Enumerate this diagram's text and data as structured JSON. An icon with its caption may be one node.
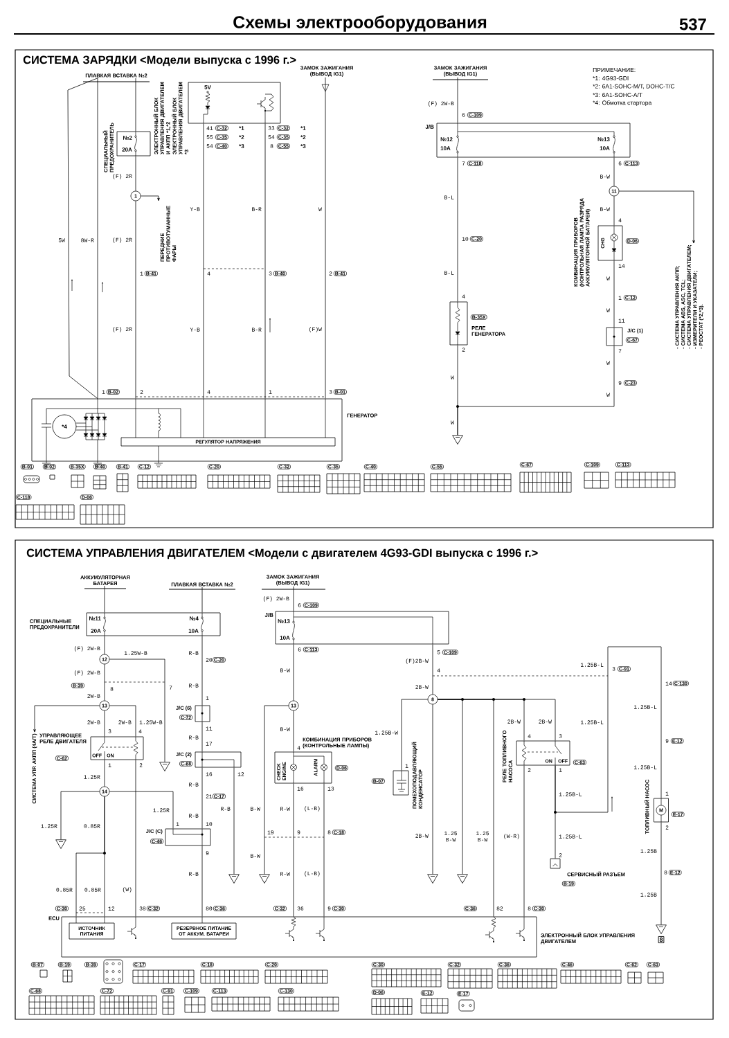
{
  "diagram": {
    "title": "Схемы электрооборудования",
    "nodes": [
      {
        "text": [
          "ПЛАВКАЯ ВСТАВКА №2"
        ]
      },
      {
        "text": [
          "№2",
          "20A"
        ],
        "beside": [
          "СПЕЦИАЛЬНЫЙ ПРЕДОХРАНИТЕЛЬ"
        ]
      },
      {
        "text": [
          "1"
        ]
      },
      {
        "text": [
          "ПЕРЕДНИЕ ПРОТИВОТУМАННЫЕ ФАРЫ"
        ]
      },
      {
        "text": [
          "5V"
        ],
        "beside": [
          "ЭЛЕКТРОННЫЙ БЛОК УПРАВЛЕНИЯ ДВИГАТЕЛЕМ И АКПП *1,*2",
          "ЭЛЕКТРОННЫЙ БЛОК УПРАВЛЕНИЯ ДВИГАТЕЛЕМ *3"
        ]
      },
      {
        "text": [
          "ЗАМОК ЗАЖИГАНИЯ (ВЫВОД IG1)"
        ]
      },
      {
        "text": [
          "ГЕНЕРАТОР"
        ]
      },
      {
        "text": [
          "*4"
        ],
        "in": 6
      },
      {
        "text": [
          "РЕГУЛЯТОР НАПРЯЖЕНИЯ"
        ],
        "in": 6
      },
      {
        "text": [
          "ЗАМОК ЗАЖИГАНИЯ (ВЫВОД IG1)"
        ]
      },
      {
        "text": [
          "J/B",
          "№12",
          "10A",
          "№13",
          "10A"
        ]
      },
      {
        "text": [
          "РЕЛЕ ГЕНЕРАТОРА"
        ]
      },
      {
        "text": [
          "11"
        ]
      },
      {
        "text": [
          "- СИСТЕМА УПРАВЛЕНИЯ АКПП;",
          "- СИСТЕМА ABS, ASC, TCL;",
          "- СИСТЕМА УПРАВЛЕНИЯ ДВИГАТЕЛЕМ;",
          "- ИЗМЕРИТЕЛИ И УКАЗАТЕЛИ;",
          "- РЕОСТАТ (*2,*3)."
        ]
      },
      {
        "text": [
          "CHG"
        ],
        "beside": [
          "КОМБИНАЦИЯ ПРИБОРОВ (КОНТРОЛЬНАЯ ЛАМПА РАЗРЯДА АККУМУЛЯТОРНОЙ БАТАРЕИ)"
        ]
      },
      {
        "text": [
          "J/C (1)"
        ]
      },
      {
        "text": [
          "АККУМУЛЯТОРНАЯ БАТАРЕЯ"
        ]
      },
      {
        "text": [
          "ПЛАВКАЯ ВСТАВКА №2"
        ]
      },
      {
        "text": [
          "№11",
          "20A",
          "№4",
          "10A"
        ],
        "beside": [
          "СПЕЦИАЛЬНЫЕ ПРЕДОХРАНИТЕЛИ"
        ]
      },
      {
        "text": [
          "ЗАМОК ЗАЖИГАНИЯ (ВЫВОД IG1)"
        ]
      },
      {
        "text": [
          "J/B",
          "№13",
          "10A"
        ]
      },
      {
        "text": [
          "12"
        ]
      },
      {
        "text": [
          "13"
        ]
      },
      {
        "text": [
          "СИСТЕМА УПР. АКПП (4A/T)"
        ]
      },
      {
        "text": [
          "УПРАВЛЯЮЩЕЕ РЕЛЕ ДВИГАТЕЛЯ",
          "OFF",
          "ON"
        ]
      },
      {
        "text": [
          "14"
        ]
      },
      {
        "text": [
          "J/C (6)"
        ]
      },
      {
        "text": [
          "J/C (2)"
        ]
      },
      {
        "text": [
          "J/C (C)"
        ]
      },
      {
        "text": [
          "13"
        ]
      },
      {
        "text": [
          "CHECK ENGINE",
          "ALARM"
        ],
        "beside": [
          "КОМБИНАЦИЯ ПРИБОРОВ (КОНТРОЛЬНЫЕ ЛАМПЫ)"
        ]
      },
      {
        "text": [
          "8"
        ]
      },
      {
        "text": [
          "ПОМЕХОПОДАВЛЯЮЩИЙ КОНДЕНСАТОР"
        ]
      },
      {
        "text": [
          "РЕЛЕ ТОПЛИВНОГО НАСОСА",
          "ON",
          "OFF"
        ]
      },
      {
        "text": [
          "СЕРВИСНЫЙ РАЗЪЕМ"
        ]
      },
      {
        "text": [
          "ТОПЛИВНЫЙ НАСОС",
          "M"
        ]
      },
      {
        "text": [
          "ECU",
          "ЭЛЕКТРОННЫЙ БЛОК УПРАВЛЕНИЯ ДВИГАТЕЛЕМ"
        ]
      },
      {
        "text": [
          "ИСТОЧНИК ПИТАНИЯ"
        ],
        "in": 36
      },
      {
        "text": [
          "РЕЗЕРВНОЕ ПИТАНИЕ ОТ АККУМ. БАТАРЕИ"
        ],
        "in": 36
      },
      {
        "text": [],
        "shape": "triangle"
      },
      {
        "text": [],
        "shape": "triangle"
      },
      {
        "text": [],
        "shape": "triangle"
      },
      {
        "text": [],
        "shape": "triangle"
      },
      {
        "text": [],
        "shape": "triangle"
      },
      {
        "text": [],
        "shape": "triangle"
      },
      {
        "text": [],
        "shape": "triangle"
      },
      {
        "text": [],
        "shape": "triangle"
      }
    ],
    "edges": [
      {
        "from": 0,
        "to": 1,
        "arrow": "none"
      },
      {
        "from": 1,
        "to": 2,
        "arrow": "none"
      },
      {
        "from": 2,
        "to": 3,
        "arrow": "to"
      },
      {
        "from": 2,
        "to": 6,
        "arrow": "none"
      },
      {
        "from": 0,
        "to": 6,
        "arrow": "none"
      },
      {
        "from": 0,
        "to": 6,
        "arrow": "none"
      },
      {
        "from": 4,
        "to": 6,
        "arrow": "none"
      },
      {
        "from": 4,
        "to": 6,
        "arrow": "none"
      },
      {
        "from": 5,
        "to": 6,
        "arrow": "none"
      },
      {
        "from": 9,
        "to": 10,
        "arrow": "none"
      },
      {
        "from": 10,
        "to": 11,
        "arrow": "none"
      },
      {
        "from": 10,
        "to": 12,
        "arrow": "none"
      },
      {
        "from": 12,
        "to": 13,
        "arrow": "to"
      },
      {
        "from": 12,
        "to": 14,
        "arrow": "none"
      },
      {
        "from": 14,
        "to": 15,
        "arrow": "none"
      },
      {
        "from": 11,
        "to": 39,
        "arrow": "none"
      },
      {
        "from": 15,
        "to": 39,
        "arrow": "none"
      },
      {
        "from": 16,
        "to": 18,
        "arrow": "none"
      },
      {
        "from": 17,
        "to": 18,
        "arrow": "none"
      },
      {
        "from": 19,
        "to": 20,
        "arrow": "none"
      },
      {
        "from": 18,
        "to": 21,
        "arrow": "none"
      },
      {
        "from": 21,
        "to": 40,
        "arrow": "none"
      },
      {
        "from": 21,
        "to": 22,
        "arrow": "none"
      },
      {
        "from": 22,
        "to": 23,
        "arrow": "to"
      },
      {
        "from": 22,
        "to": 24,
        "arrow": "none"
      },
      {
        "from": 22,
        "to": 24,
        "arrow": "none"
      },
      {
        "from": 24,
        "to": 25,
        "arrow": "none"
      },
      {
        "from": 24,
        "to": 36,
        "arrow": "none"
      },
      {
        "from": 25,
        "to": 41,
        "arrow": "none"
      },
      {
        "from": 25,
        "to": 28,
        "arrow": "none"
      },
      {
        "from": 25,
        "to": 36,
        "arrow": "none"
      },
      {
        "from": 25,
        "to": 36,
        "arrow": "none"
      },
      {
        "from": 18,
        "to": 26,
        "arrow": "none"
      },
      {
        "from": 26,
        "to": 27,
        "arrow": "none"
      },
      {
        "from": 27,
        "to": 28,
        "arrow": "none"
      },
      {
        "from": 27,
        "to": 42,
        "arrow": "none"
      },
      {
        "from": 28,
        "to": 36,
        "arrow": "none"
      },
      {
        "from": 20,
        "to": 29,
        "arrow": "none"
      },
      {
        "from": 29,
        "to": 43,
        "arrow": "none"
      },
      {
        "from": 29,
        "to": 30,
        "arrow": "none"
      },
      {
        "from": 30,
        "to": 36,
        "arrow": "none"
      },
      {
        "from": 30,
        "to": 36,
        "arrow": "none"
      },
      {
        "from": 20,
        "to": 31,
        "arrow": "none"
      },
      {
        "from": 31,
        "to": 32,
        "arrow": "none"
      },
      {
        "from": 31,
        "to": 44,
        "arrow": "none"
      },
      {
        "from": 31,
        "to": 45,
        "arrow": "none"
      },
      {
        "from": 31,
        "to": 36,
        "arrow": "none"
      },
      {
        "from": 31,
        "to": 33,
        "arrow": "none"
      },
      {
        "from": 31,
        "to": 33,
        "arrow": "none"
      },
      {
        "from": 33,
        "to": 36,
        "arrow": "none"
      },
      {
        "from": 33,
        "to": 34,
        "arrow": "none"
      },
      {
        "from": 33,
        "to": 35,
        "arrow": "none"
      },
      {
        "from": 35,
        "to": 46,
        "arrow": "none"
      }
    ],
    "labels": [
      "537",
      "СИСТЕМА ЗАРЯДКИ <Модели выпуска с 1996 г.>",
      "ПРИМЕЧАНИЕ:",
      "*1: 4G93-GDI",
      "*2: 6A1-SOHC-M/T, DOHC-T/C",
      "*3: 6A1-SOHC-A/T",
      "(F) 2W-B",
      "*4: Обмотка стартора",
      "6",
      "C-109",
      "41",
      "C-32",
      "*1",
      "33",
      "C-32",
      "*1",
      "55",
      "C-35",
      "*2",
      "54",
      "C-35",
      "*2",
      "54",
      "C-40",
      "*3",
      "8",
      "C-55",
      "*3",
      "7",
      "C-118",
      "6",
      "C-113",
      "(F) 2R",
      "B-W",
      "B-L",
      "Y-B",
      "B-R",
      "W",
      "B-W",
      "4",
      "5W",
      "8W-R",
      "(F) 2R",
      "10",
      "C-20",
      "D-06",
      "14",
      "1",
      "B-41",
      "4",
      "3",
      "B-40",
      "2",
      "B-41",
      "B-L",
      "W",
      "4",
      "1",
      "C-12",
      "W",
      "B-35X",
      "11",
      "(F) 2R",
      "Y-B",
      "B-R",
      "(F)W",
      "C-67",
      "2",
      "7",
      "W",
      "W",
      "9",
      "C-23",
      "1",
      "B-02",
      "2",
      "4",
      "1",
      "3",
      "B-01",
      "W",
      "W",
      "B-01",
      "B-02",
      "B-35X",
      "B-40",
      "B-41",
      "C-12",
      "C-20",
      "C-32",
      "C-35",
      "C-40",
      "C-55",
      "C-67",
      "C-109",
      "C-113",
      "C-118",
      "D-06",
      "СИСТЕМА УПРАВЛЕНИЯ ДВИГАТЕЛЕМ <Модели с двигателем 4G93-GDI выпуска с 1996 г.>",
      "(F) 2W-B",
      "6",
      "C-109",
      "(F) 2W-B",
      "1.25W-B",
      "R-B",
      "6",
      "C-113",
      "5",
      "C-109",
      "20",
      "C-20",
      "(F)2B-W",
      "1.25B-L",
      "(F) 2W-B",
      "B-W",
      "4",
      "3",
      "C-91",
      "B-39",
      "8",
      "7",
      "R-B",
      "2B-W",
      "14",
      "C-130",
      "2W-B",
      "1",
      "1.25B-L",
      "C-72",
      "2W-B",
      "2W-B",
      "1.25W-B",
      "2B-W",
      "2B-W",
      "1.25B-L",
      "3",
      "4",
      "11",
      "B-W",
      "1.25B-W",
      "R-B",
      "17",
      "4",
      "3",
      "9",
      "E-12",
      "4",
      "C-62",
      "1",
      "2",
      "C-68",
      "D-06",
      "1",
      "2",
      "1",
      "C-63",
      "1.25B-L",
      "1.25R",
      "16",
      "12",
      "B-07",
      "R-B",
      "16",
      "13",
      "21",
      "C-17",
      "1.25B-L",
      "1",
      "1.25R",
      "R-B",
      "R-B",
      "B-W",
      "R-W",
      "(L-B)",
      "E-17",
      "1.25R",
      "0.85R",
      "1",
      "10",
      "2",
      "C-46",
      "19",
      "9",
      "8",
      "C-18",
      "2B-W",
      "1.25 B-W",
      "1.25 B-W",
      "(W-R)",
      "1.25B-L",
      "9",
      "B-W",
      "2",
      "1.25B",
      "R-B",
      "R-W",
      "(L-B)",
      "8",
      "E-12",
      "B-19",
      "0.85R",
      "0.85R",
      "(W)",
      "1.25B",
      "C-30",
      "25",
      "12",
      "38",
      "C-32",
      "80",
      "C-36",
      "C-32",
      "36",
      "9",
      "C-30",
      "C-36",
      "82",
      "8",
      "C-30",
      "8",
      "B-07",
      "B-19",
      "B-39",
      "C-17",
      "C-18",
      "C-20",
      "C-30",
      "C-32",
      "C-36",
      "C-46",
      "C-62",
      "C-63",
      "C-68",
      "C-72",
      "C-91",
      "C-109",
      "C-113",
      "C-130",
      "D-06",
      "E-12",
      "E-17"
    ]
  }
}
